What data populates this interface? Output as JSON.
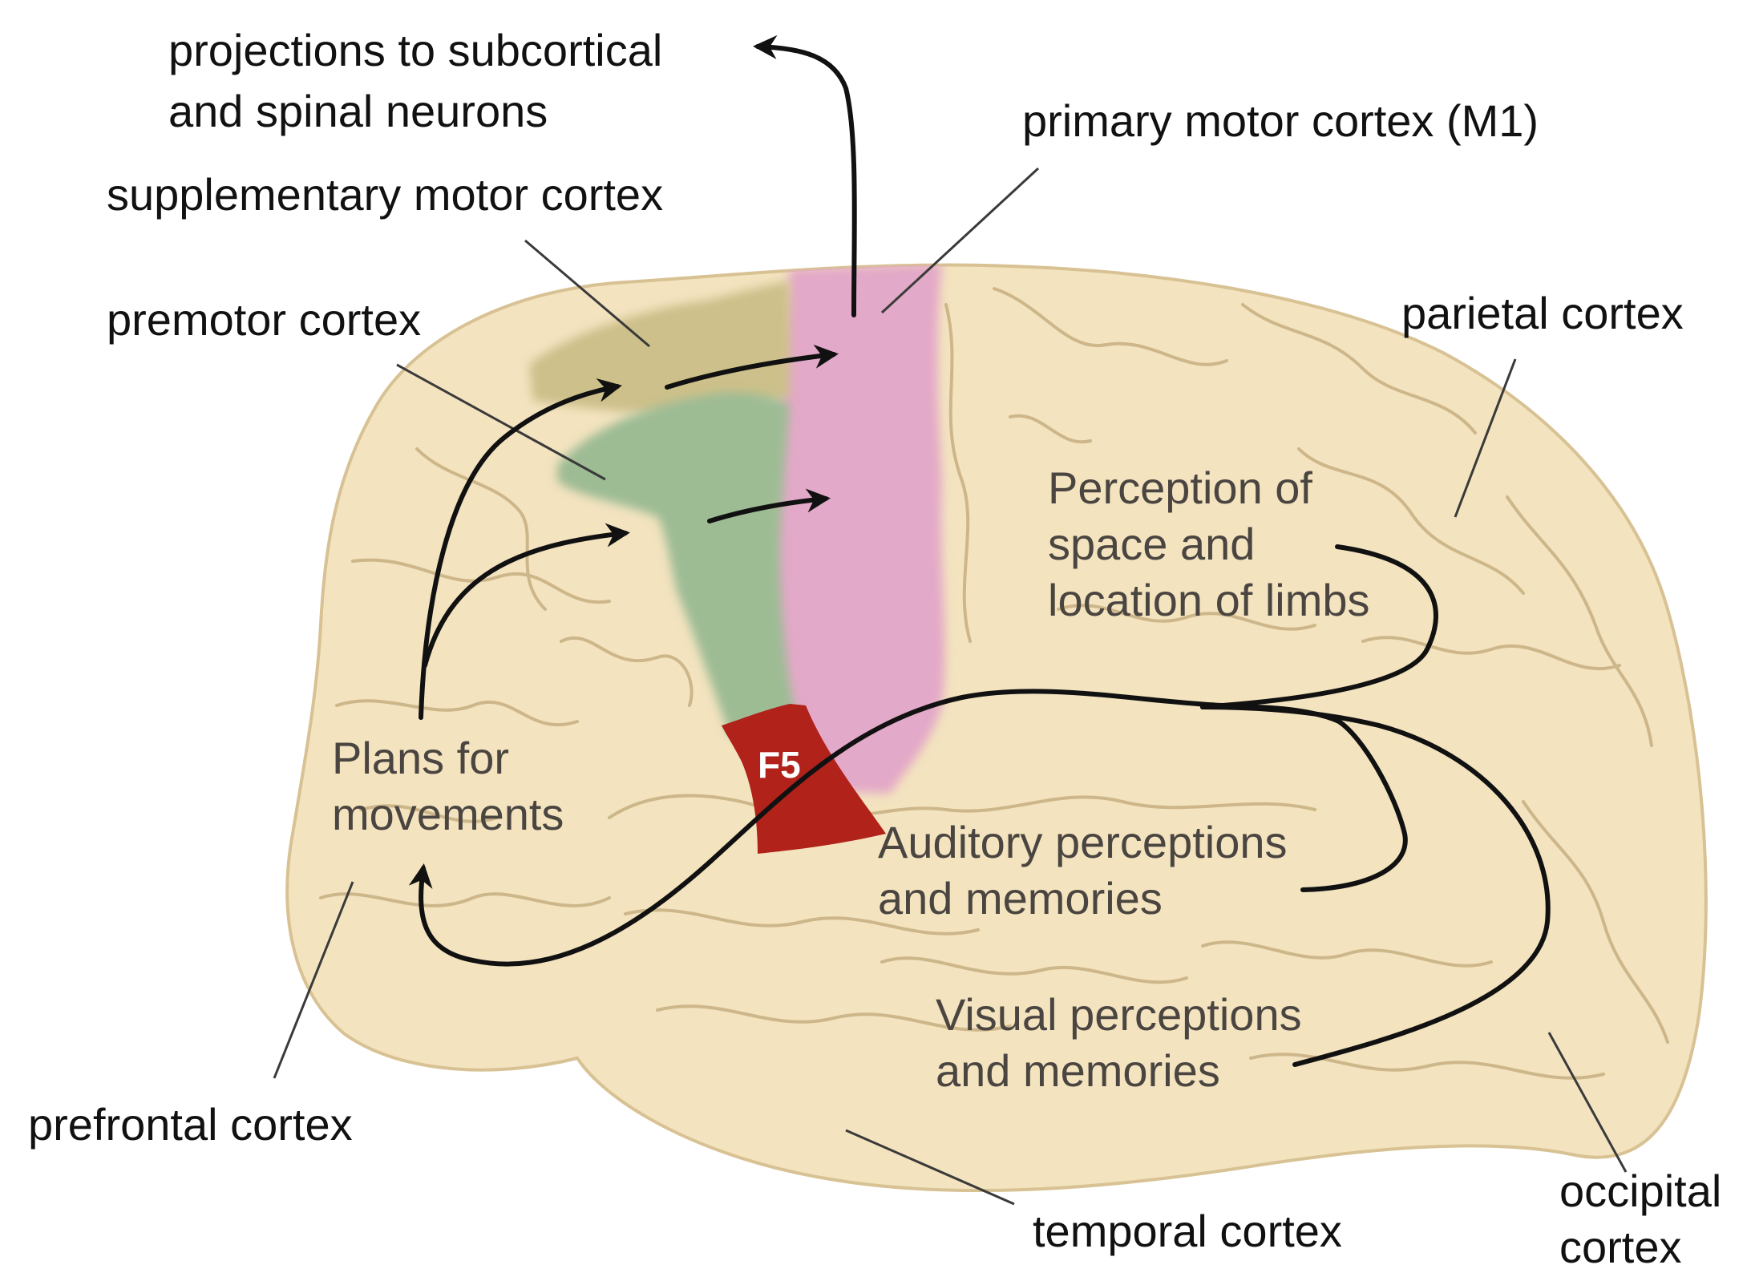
{
  "labels": {
    "projections_line1": "projections to subcortical",
    "projections_line2": "and spinal neurons",
    "primary_motor": "primary motor cortex (M1)",
    "supplementary_motor": "supplementary motor cortex",
    "premotor": "premotor cortex",
    "parietal": "parietal cortex",
    "prefrontal": "prefrontal cortex",
    "temporal": "temporal cortex",
    "occipital_line1": "occipital",
    "occipital_line2": "cortex",
    "perception_line1": "Perception of",
    "perception_line2": "space and",
    "perception_line3": "location of limbs",
    "plans_line1": "Plans for",
    "plans_line2": "movements",
    "auditory_line1": "Auditory perceptions",
    "auditory_line2": "and memories",
    "visual_line1": "Visual perceptions",
    "visual_line2": "and memories",
    "f5": "F5"
  },
  "colors": {
    "brain_fill": "#f3e3bf",
    "sulcus": "#cdb68a",
    "supplementary_motor": "#cdc08a",
    "premotor": "#9dbc94",
    "primary_motor": "#e3a9c8",
    "f5": "#b0221a",
    "arrow": "#111111"
  },
  "icons": {
    "flow_arrow": "arrowhead-icon"
  }
}
